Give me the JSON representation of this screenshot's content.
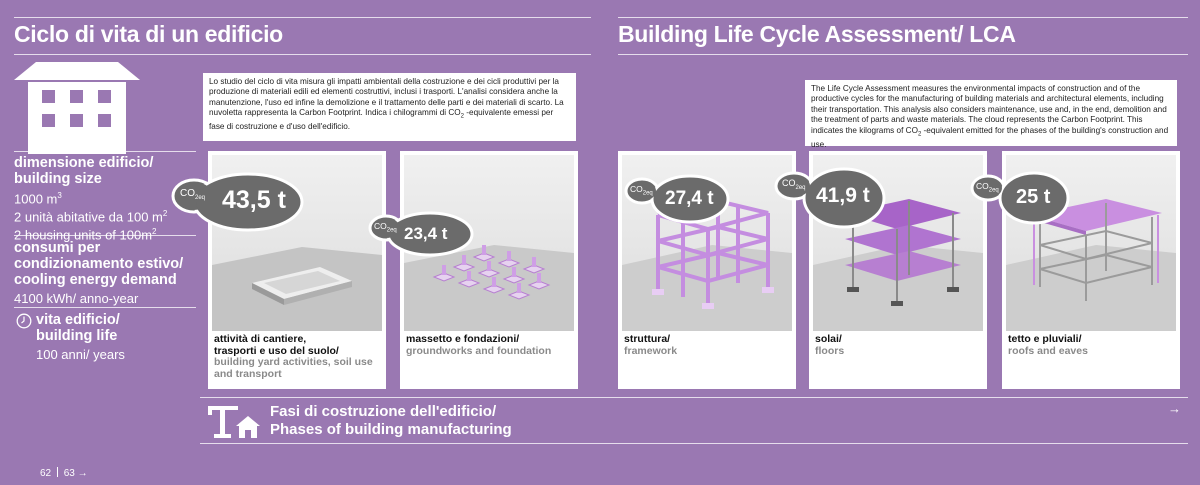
{
  "left_title": "Ciclo di vita di un edificio",
  "right_title": "Building Life Cycle Assessment/ LCA",
  "sidebar": {
    "size_heading_it": "dimensione edificio/",
    "size_heading_en": "building size",
    "size_volume": "1000 m",
    "size_volume_exp": "3",
    "size_units_it": "2 unità abitative da 100 m",
    "size_units_it_exp": "2",
    "size_units_en": "2 housing units of 100m",
    "size_units_en_exp": "2",
    "cooling_heading_1": "consumi per",
    "cooling_heading_2": "condizionamento estivo/",
    "cooling_heading_3": "cooling energy demand",
    "cooling_value": "4100 kWh/ anno-year",
    "life_heading_1": "vita edificio/",
    "life_heading_2": "building life",
    "life_value": "100 anni/ years"
  },
  "intro_it": {
    "part1": "Lo studio del ciclo di vita misura gli impatti ambientali della costruzione e dei cicli produttivi per la produzione di materiali edili ed elementi costruttivi, inclusi i trasporti. L'analisi considera anche la manutenzione, l'uso ed infine la demolizione e il trattamento delle parti e dei materiali di scarto. La nuvoletta rappresenta la Carbon Footprint. Indica i chilogrammi di CO",
    "sub": "2",
    "part2": " -equivalente emessi per fase di costruzione e d'uso dell'edificio."
  },
  "intro_en": {
    "part1": "The Life Cycle Assessment measures the environmental impacts of construction and of the productive cycles for the manufacturing of building materials and architectural elements, including their transportation. This analysis also considers maintenance, use and, in the end, demolition and the treatment of parts and waste materials. The cloud represents the Carbon Footprint. This indicates the kilograms of CO",
    "sub": "2",
    "part2": " -equivalent emitted for the phases of the building's construction and use."
  },
  "co2_label": "CO",
  "co2_sub": "2eq",
  "phases": [
    {
      "value": "43,5 t",
      "label_it_1": "attività di cantiere,",
      "label_it_2": "trasporti e uso del suolo/",
      "label_en": "building yard activities, soil use and transport"
    },
    {
      "value": "23,4 t",
      "label_it_1": "massetto e fondazioni/",
      "label_it_2": "",
      "label_en": "groundworks and foundation"
    },
    {
      "value": "27,4 t",
      "label_it_1": "struttura/",
      "label_it_2": "",
      "label_en": "framework"
    },
    {
      "value": "41,9 t",
      "label_it_1": "solai/",
      "label_it_2": "",
      "label_en": "floors"
    },
    {
      "value": "25 t",
      "label_it_1": "tetto e pluviali/",
      "label_it_2": "",
      "label_en": "roofs and eaves"
    }
  ],
  "footer": {
    "title_it": "Fasi di costruzione dell'edificio/",
    "title_en": "Phases of building manufacturing",
    "pages_left": "62",
    "pages_right": "63",
    "arrow": "→"
  },
  "colors": {
    "background": "#9a78b2",
    "cloud": "#6a6a6a",
    "accent": "#c98fe0"
  }
}
